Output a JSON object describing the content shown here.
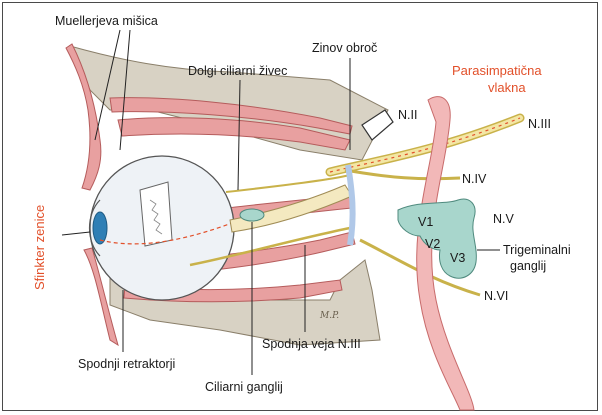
{
  "labels": {
    "mueller": "Muellerjeva mišica",
    "dolgi": "Dolgi ciliarni živec",
    "zinov": "Zinov obroč",
    "paras_1": "Parasimpatična",
    "paras_2": "vlakna",
    "n_ii": "N.II",
    "n_iii": "N.III",
    "n_iv": "N.IV",
    "n_v": "N.V",
    "n_vi": "N.VI",
    "v1": "V1",
    "v2": "V2",
    "v3": "V3",
    "trig_1": "Trigeminalni",
    "trig_2": "ganglij",
    "sfinkter": "Sfinkter zenice",
    "spodnji": "Spodnji retraktorji",
    "ciliarni": "Ciliarni ganglij",
    "spodnja": "Spodnja veja N.III"
  },
  "colors": {
    "muscle": "#e8a0a0",
    "muscle_dark": "#c86b6b",
    "bone": "#d8d2c4",
    "bone_dark": "#b8ae9a",
    "nerve": "#f3e6a4",
    "nerve_dark": "#c9b24a",
    "ganglion": "#a8d6cc",
    "eye": "#dfe8f0",
    "iris": "#2f7fb5",
    "accent": "#e2502a"
  }
}
